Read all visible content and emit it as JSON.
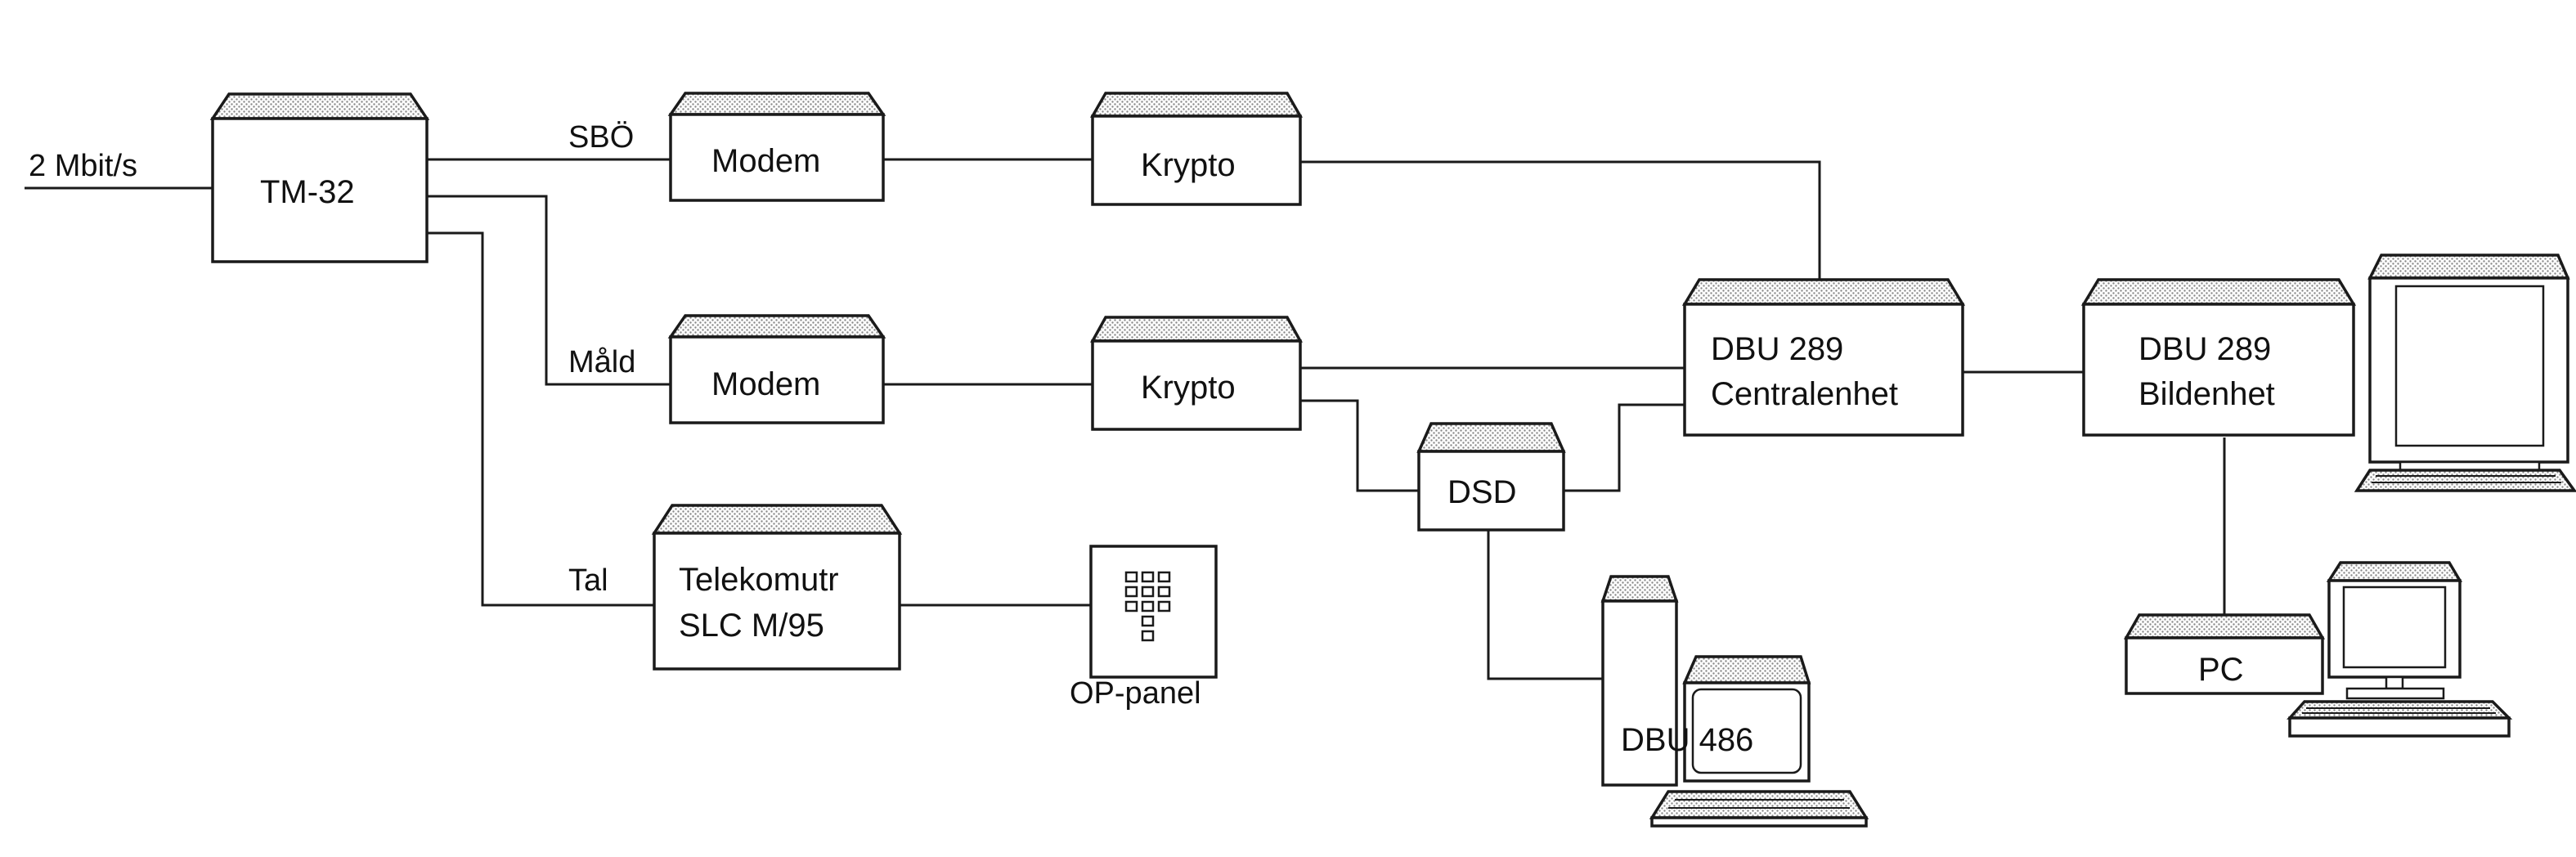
{
  "input_line": {
    "label": "2  Mbit/s"
  },
  "branches": {
    "sbo": "SBÖ",
    "mald": "Måld",
    "tal": "Tal"
  },
  "nodes": {
    "tm32": "TM-32",
    "modem_sbo": "Modem",
    "krypto_sbo": "Krypto",
    "modem_mald": "Modem",
    "krypto_mald": "Krypto",
    "dsd": "DSD",
    "central_line1": "DBU 289",
    "central_line2": "Centralenhet",
    "bild_line1": "DBU 289",
    "bild_line2": "Bildenhet",
    "tele_line1": "Telekomutr",
    "tele_line2": "SLC M/95",
    "op_panel": "OP-panel",
    "dbu486": "DBU 486",
    "pc": "PC"
  },
  "colors": {
    "ink": "#1a1a1a",
    "shading": "#9a9a9a"
  }
}
